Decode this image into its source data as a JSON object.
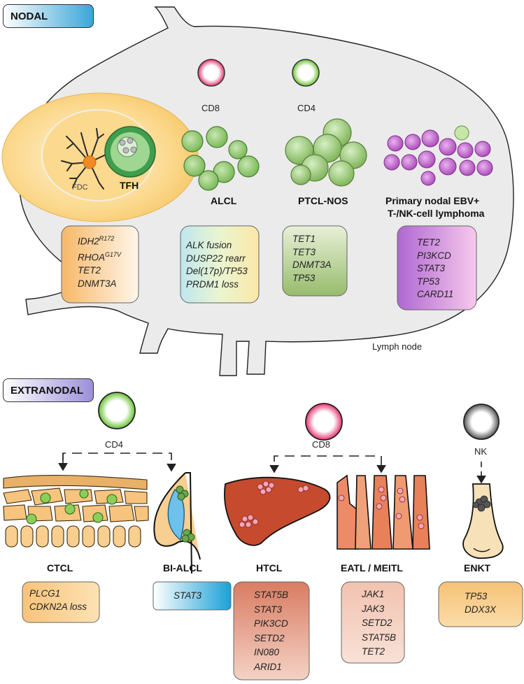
{
  "nodal": {
    "section_label": "NODAL",
    "node_label": "Lymph node",
    "cells": {
      "cd8": "CD8",
      "cd4": "CD4",
      "fdc": "FDC",
      "tfh": "TFH"
    },
    "lymphomas": {
      "alcl": "ALCL",
      "ptcl": "PTCL-NOS",
      "ebv_line1": "Primary nodal EBV+",
      "ebv_line2": "T-/NK-cell lymphoma"
    },
    "genes": {
      "tfh": [
        "IDH2",
        "RHOA",
        "TET2",
        "DNMT3A"
      ],
      "tfh_sup": [
        "R172",
        "G17V"
      ],
      "alcl": [
        "ALK fusion",
        "DUSP22 rearr",
        "Del(17p)/TP53",
        "PRDM1 loss"
      ],
      "ptcl": [
        "TET1",
        "TET3",
        "DNMT3A",
        "TP53"
      ],
      "ebv": [
        "TET2",
        "PI3KCD",
        "STAT3",
        "TP53",
        "CARD11"
      ]
    }
  },
  "extranodal": {
    "section_label": "EXTRANODAL",
    "cells": {
      "cd4": "CD4",
      "cd8": "CD8",
      "nk": "NK"
    },
    "lymphomas": {
      "ctcl": "CTCL",
      "bialcl": "BI-ALCL",
      "htcl": "HTCL",
      "eatl": "EATL / MEITL",
      "enkt": "ENKT"
    },
    "genes": {
      "ctcl": [
        "PLCG1",
        "CDKN2A loss"
      ],
      "bialcl": [
        "STAT3"
      ],
      "htcl": [
        "STAT5B",
        "STAT3",
        "PIK3CD",
        "SETD2",
        "IN080",
        "ARID1"
      ],
      "eatl": [
        "JAK1",
        "JAK3",
        "SETD2",
        "STAT5B",
        "TET2"
      ],
      "enkt": [
        "TP53",
        "DDX3X"
      ]
    }
  },
  "colors": {
    "cd8_cell": "#e84a7a",
    "cd4_cell": "#7cc84a",
    "nk_cell": "#6f6f6f",
    "node_fill": "#ebebeb",
    "tfh_box": "#f6b56a",
    "ptcl_box": "#9cbe72",
    "ebv_box": "#b46fd0",
    "bialcl_box": "#2da6d6",
    "htcl_box": "#d98c72",
    "enkt_box": "#f6c77d"
  }
}
